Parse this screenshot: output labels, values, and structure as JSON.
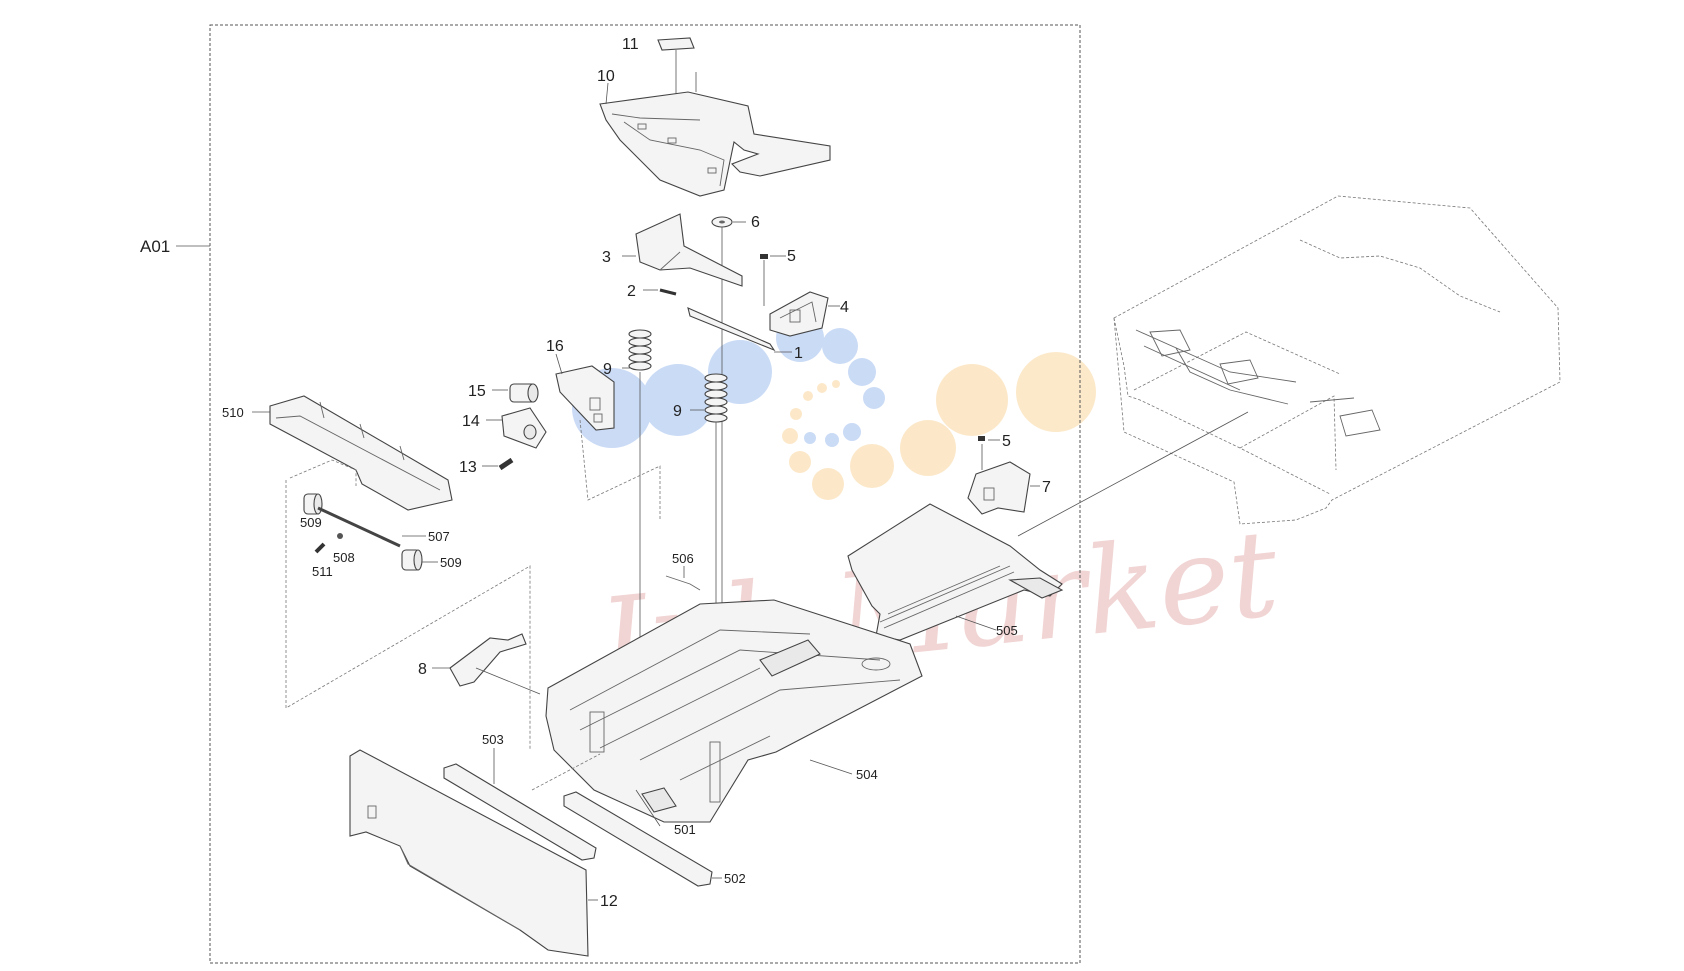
{
  "diagram": {
    "assembly_label": "A01",
    "watermark": "Ink-Market",
    "callouts": [
      {
        "id": "c11",
        "text": "11"
      },
      {
        "id": "c10",
        "text": "10"
      },
      {
        "id": "c6",
        "text": "6"
      },
      {
        "id": "c3",
        "text": "3"
      },
      {
        "id": "c5a",
        "text": "5"
      },
      {
        "id": "c2",
        "text": "2"
      },
      {
        "id": "c4",
        "text": "4"
      },
      {
        "id": "c1",
        "text": "1"
      },
      {
        "id": "c16",
        "text": "16"
      },
      {
        "id": "c9a",
        "text": "9"
      },
      {
        "id": "c9b",
        "text": "9"
      },
      {
        "id": "c15",
        "text": "15"
      },
      {
        "id": "c14",
        "text": "14"
      },
      {
        "id": "c13",
        "text": "13"
      },
      {
        "id": "c510",
        "text": "510"
      },
      {
        "id": "c5b",
        "text": "5"
      },
      {
        "id": "c7",
        "text": "7"
      },
      {
        "id": "c509a",
        "text": "509"
      },
      {
        "id": "c507",
        "text": "507"
      },
      {
        "id": "c508",
        "text": "508"
      },
      {
        "id": "c511",
        "text": "511"
      },
      {
        "id": "c509b",
        "text": "509"
      },
      {
        "id": "c506",
        "text": "506"
      },
      {
        "id": "c505",
        "text": "505"
      },
      {
        "id": "c8",
        "text": "8"
      },
      {
        "id": "c503",
        "text": "503"
      },
      {
        "id": "c504",
        "text": "504"
      },
      {
        "id": "c501",
        "text": "501"
      },
      {
        "id": "c502",
        "text": "502"
      },
      {
        "id": "c12",
        "text": "12"
      }
    ]
  },
  "colors": {
    "line": "#444444",
    "watermark_text": "#e8b8b8",
    "watermark_blue": "#b9cff3",
    "watermark_orange": "#fbe1b8"
  }
}
